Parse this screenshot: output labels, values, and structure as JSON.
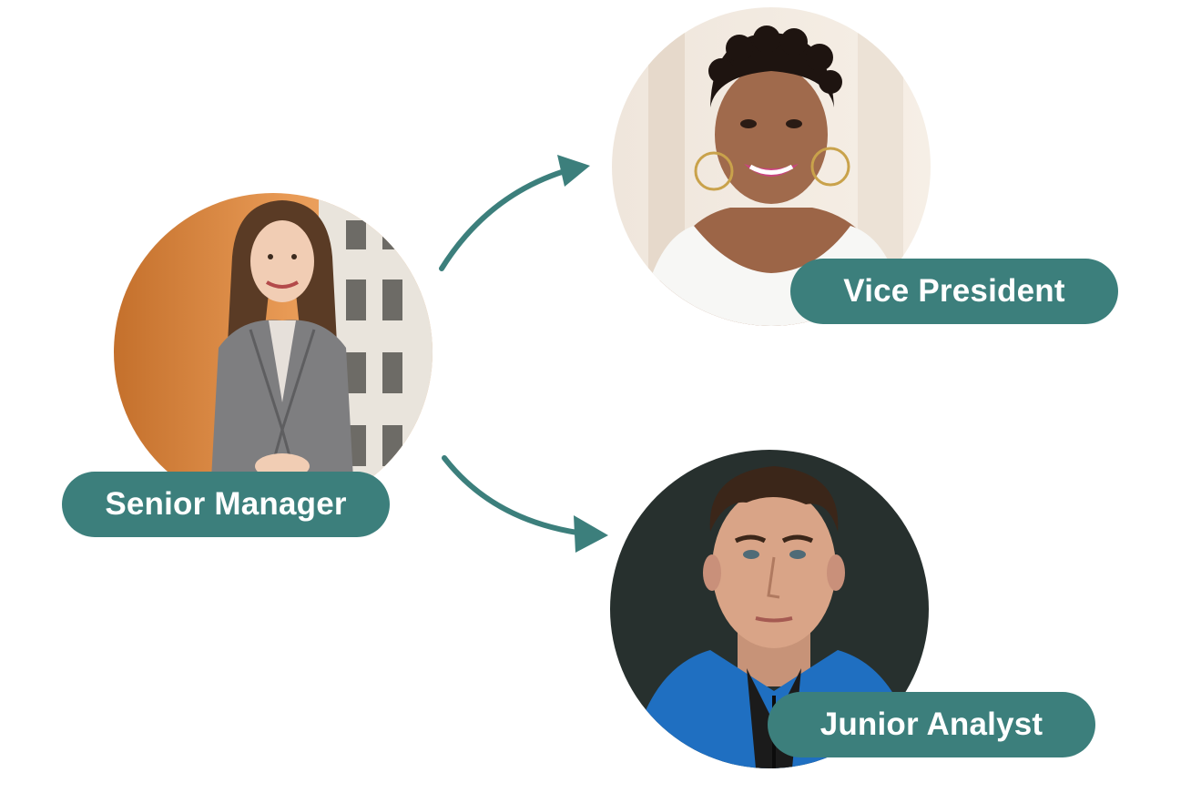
{
  "colors": {
    "accent": "#3c7f7c",
    "pill_text": "#ffffff",
    "background": "#ffffff"
  },
  "nodes": {
    "senior": {
      "label": "Senior Manager",
      "photo": "woman-in-gray-blazer-photo"
    },
    "vp": {
      "label": "Vice President",
      "photo": "smiling-woman-photo"
    },
    "junior": {
      "label": "Junior Analyst",
      "photo": "young-man-blue-jacket-photo"
    }
  },
  "edges": [
    {
      "from": "senior",
      "to": "vp",
      "icon": "curved-arrow-up-icon"
    },
    {
      "from": "senior",
      "to": "junior",
      "icon": "curved-arrow-down-icon"
    }
  ]
}
